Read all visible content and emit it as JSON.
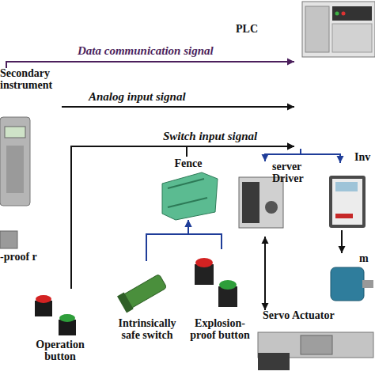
{
  "diagram": {
    "nodes": [
      {
        "text": [
          "PLC"
        ]
      },
      {
        "text": [
          "Secondary instrument"
        ]
      },
      {
        "text": [
          "Fence"
        ]
      },
      {
        "text": [
          "server Driver"
        ]
      },
      {
        "text": [
          "Inv"
        ]
      },
      {
        "text": [
          "-proof r"
        ]
      },
      {
        "text": [
          "m"
        ]
      },
      {
        "text": [
          "Intrinsically safe switch"
        ]
      },
      {
        "text": [
          "Explosion-proof button"
        ]
      },
      {
        "text": [
          "Operation button"
        ]
      },
      {
        "text": [
          "Servo Actuator"
        ]
      }
    ],
    "edges": [
      {
        "from": 1,
        "to": 0,
        "arrow": "to",
        "label": "Data communication signal"
      },
      {
        "from": 1,
        "to": 0,
        "arrow": "to",
        "label": "Analog input signal"
      },
      {
        "from": 9,
        "to": 0,
        "arrow": "to",
        "label": "Switch input signal"
      },
      {
        "from": 2,
        "to": 0,
        "arrow": "to"
      },
      {
        "from": 7,
        "to": 2,
        "arrow": "to"
      },
      {
        "from": 8,
        "to": 2,
        "arrow": "to"
      },
      {
        "from": 0,
        "to": 3,
        "arrow": "to"
      },
      {
        "from": 0,
        "to": 4,
        "arrow": "to"
      },
      {
        "from": 3,
        "to": 10,
        "arrow": "both"
      },
      {
        "from": 4,
        "to": 6,
        "arrow": "to"
      }
    ]
  }
}
